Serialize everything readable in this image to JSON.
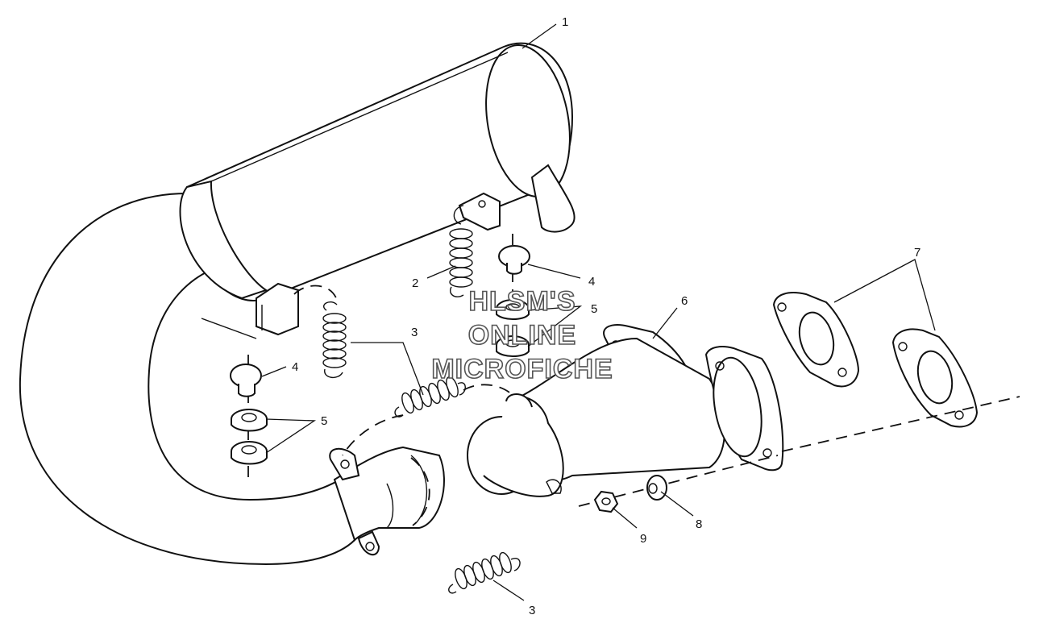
{
  "diagram": {
    "callouts": [
      {
        "id": "c1",
        "label": "1"
      },
      {
        "id": "c2",
        "label": "2"
      },
      {
        "id": "c3a",
        "label": "3"
      },
      {
        "id": "c3b",
        "label": "3"
      },
      {
        "id": "c4a",
        "label": "4"
      },
      {
        "id": "c4b",
        "label": "4"
      },
      {
        "id": "c5a",
        "label": "5"
      },
      {
        "id": "c5b",
        "label": "5"
      },
      {
        "id": "c6",
        "label": "6"
      },
      {
        "id": "c7",
        "label": "7"
      },
      {
        "id": "c8",
        "label": "8"
      },
      {
        "id": "c9",
        "label": "9"
      }
    ]
  },
  "watermark": {
    "line1": "HLSM'S",
    "line2": "ONLINE",
    "line3": "MICROFICHE"
  }
}
